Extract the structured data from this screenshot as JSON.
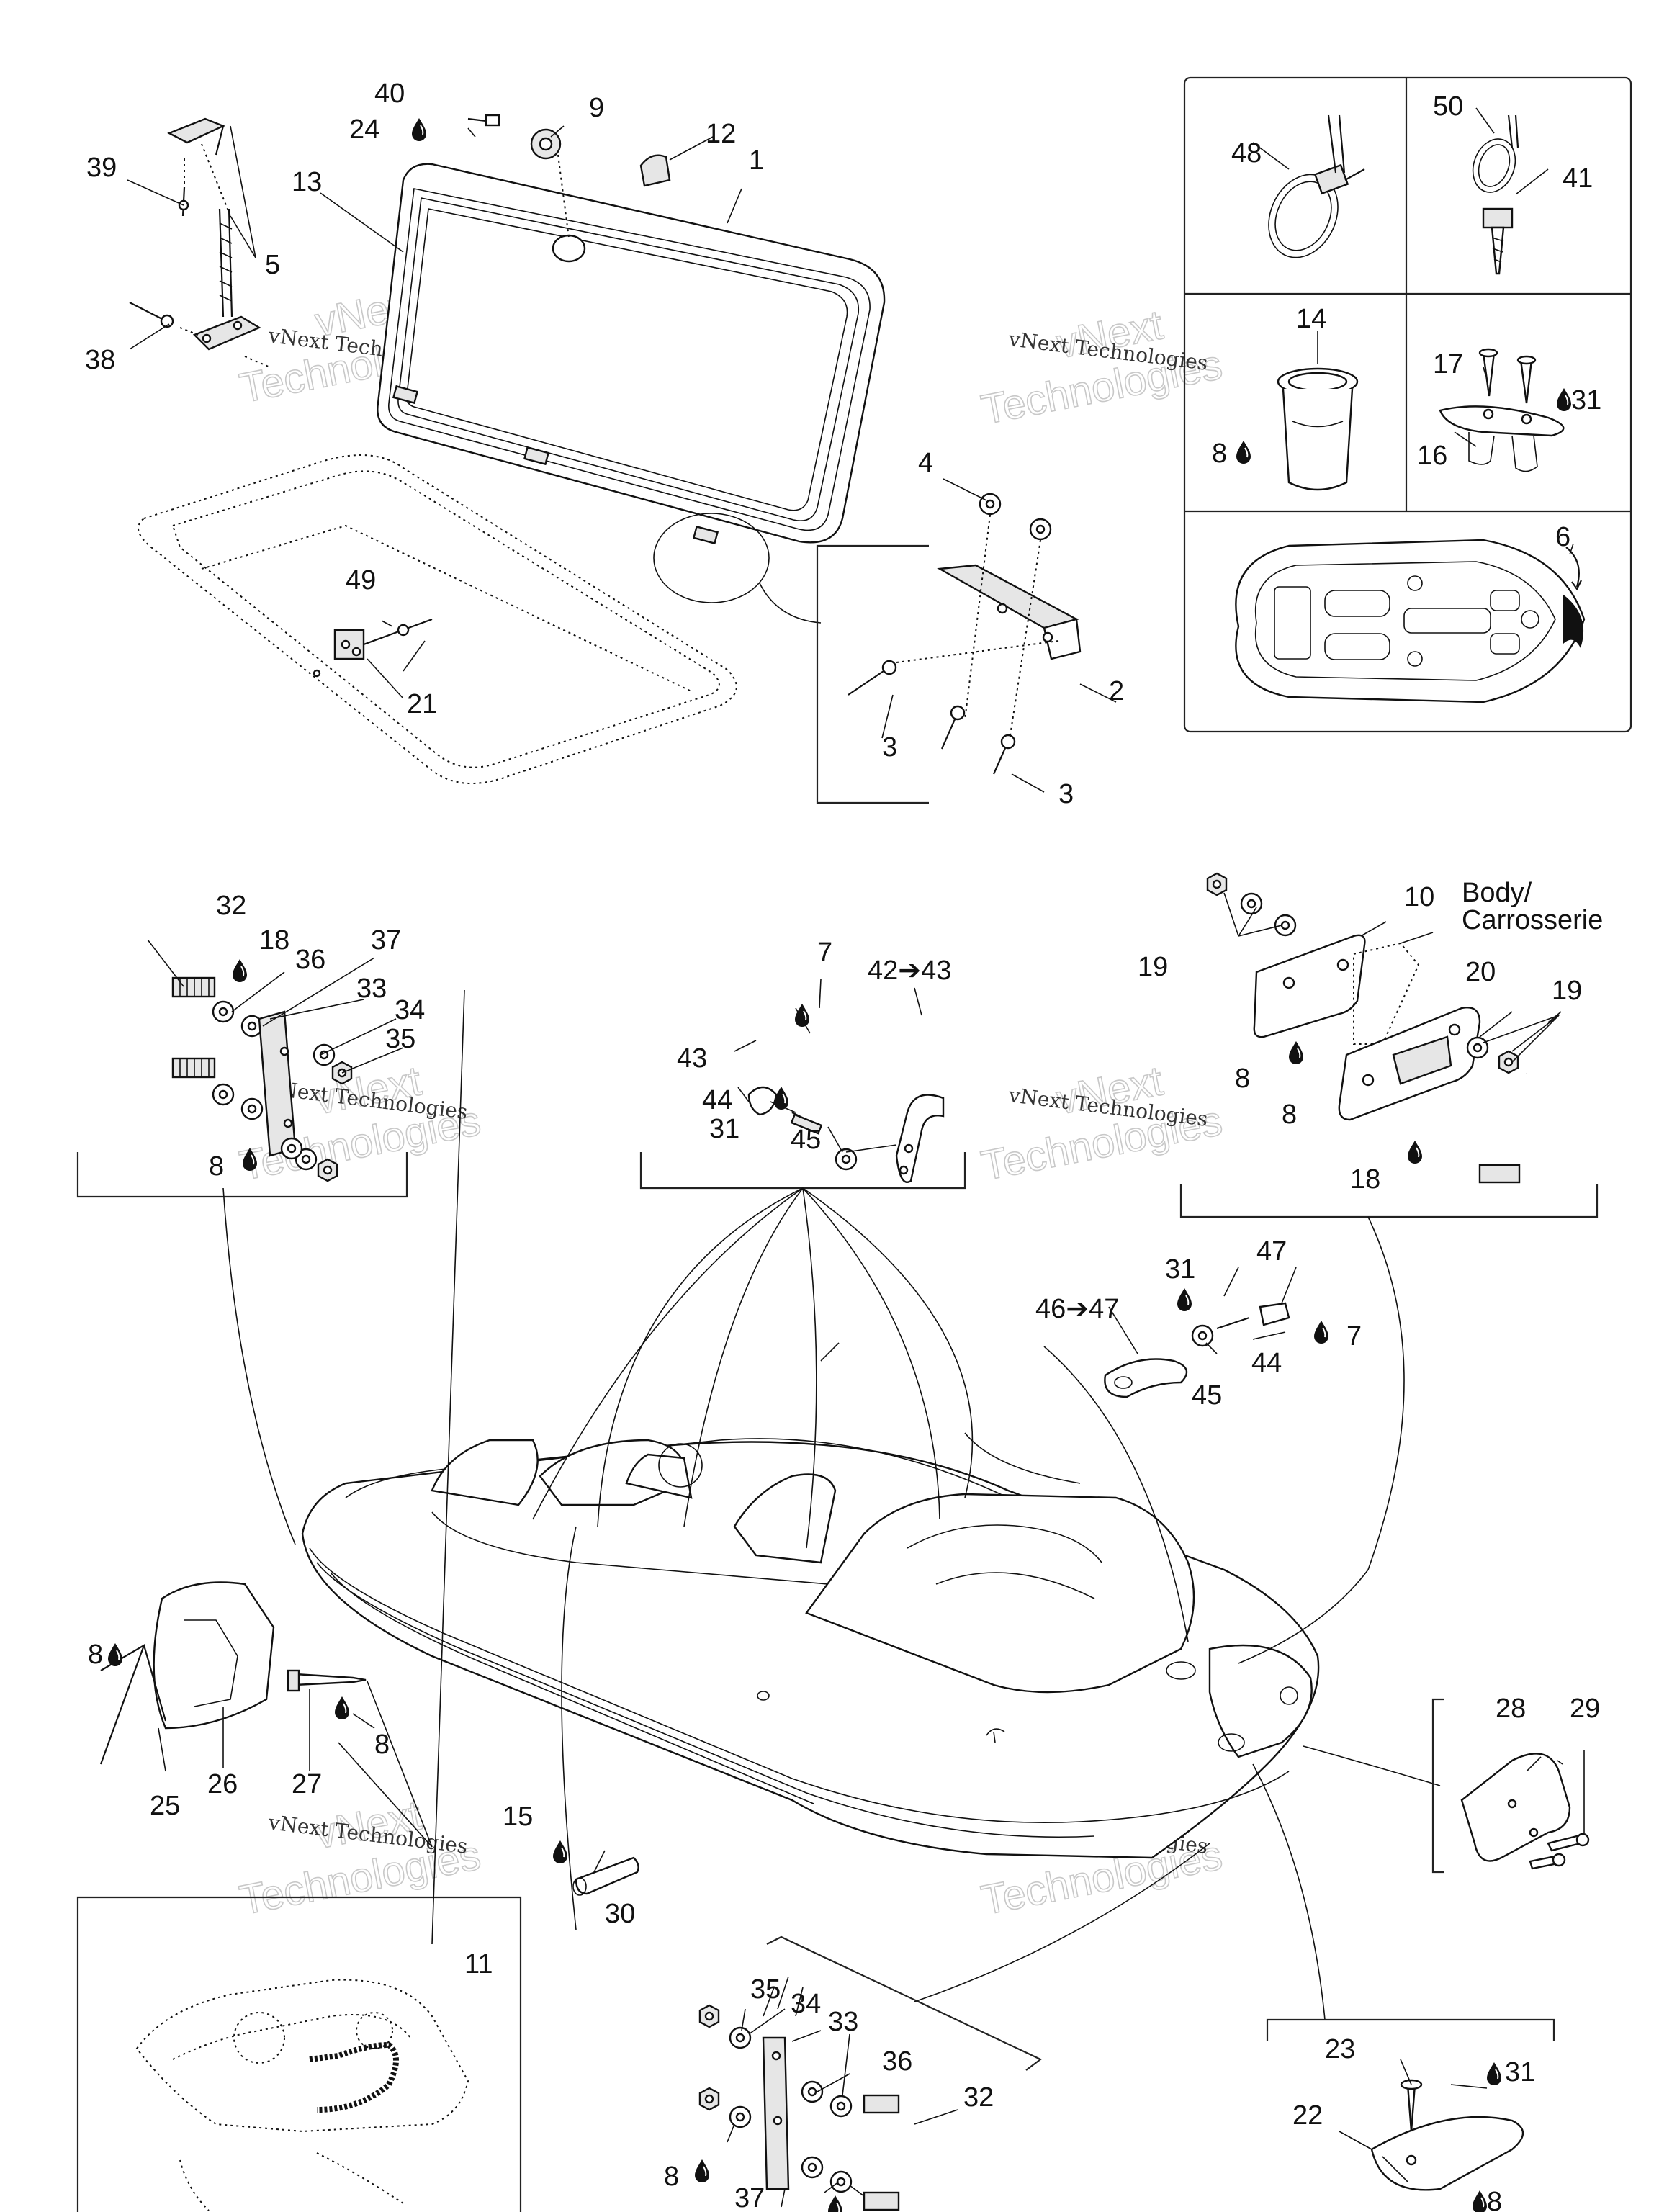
{
  "diagram": {
    "callouts": [
      {
        "id": "c1",
        "text": "1"
      },
      {
        "id": "c2",
        "text": "2"
      },
      {
        "id": "c3a",
        "text": "3"
      },
      {
        "id": "c3b",
        "text": "3"
      },
      {
        "id": "c4",
        "text": "4"
      },
      {
        "id": "c5",
        "text": "5"
      },
      {
        "id": "c6",
        "text": "6"
      },
      {
        "id": "c7a",
        "text": "7"
      },
      {
        "id": "c7b",
        "text": "7"
      },
      {
        "id": "c8a",
        "text": "8"
      },
      {
        "id": "c8b",
        "text": "8"
      },
      {
        "id": "c8c",
        "text": "8"
      },
      {
        "id": "c8d",
        "text": "8"
      },
      {
        "id": "c8e",
        "text": "8"
      },
      {
        "id": "c8f",
        "text": "8"
      },
      {
        "id": "c8g",
        "text": "8"
      },
      {
        "id": "c8h",
        "text": "8"
      },
      {
        "id": "c9",
        "text": "9"
      },
      {
        "id": "c10",
        "text": "10"
      },
      {
        "id": "c11",
        "text": "11"
      },
      {
        "id": "c12",
        "text": "12"
      },
      {
        "id": "c13",
        "text": "13"
      },
      {
        "id": "c14",
        "text": "14"
      },
      {
        "id": "c15",
        "text": "15"
      },
      {
        "id": "c16",
        "text": "16"
      },
      {
        "id": "c17",
        "text": "17"
      },
      {
        "id": "c18a",
        "text": "18"
      },
      {
        "id": "c18b",
        "text": "18"
      },
      {
        "id": "c19a",
        "text": "19"
      },
      {
        "id": "c19b",
        "text": "19"
      },
      {
        "id": "c20",
        "text": "20"
      },
      {
        "id": "c21",
        "text": "21"
      },
      {
        "id": "c22",
        "text": "22"
      },
      {
        "id": "c23",
        "text": "23"
      },
      {
        "id": "c24",
        "text": "24"
      },
      {
        "id": "c25",
        "text": "25"
      },
      {
        "id": "c26",
        "text": "26"
      },
      {
        "id": "c27",
        "text": "27"
      },
      {
        "id": "c28",
        "text": "28"
      },
      {
        "id": "c29",
        "text": "29"
      },
      {
        "id": "c30",
        "text": "30"
      },
      {
        "id": "c31a",
        "text": "31"
      },
      {
        "id": "c31b",
        "text": "31"
      },
      {
        "id": "c31c",
        "text": "31"
      },
      {
        "id": "c31d",
        "text": "31"
      },
      {
        "id": "c32a",
        "text": "32"
      },
      {
        "id": "c32b",
        "text": "32"
      },
      {
        "id": "c33a",
        "text": "33"
      },
      {
        "id": "c33b",
        "text": "33"
      },
      {
        "id": "c34a",
        "text": "34"
      },
      {
        "id": "c34b",
        "text": "34"
      },
      {
        "id": "c35a",
        "text": "35"
      },
      {
        "id": "c35b",
        "text": "35"
      },
      {
        "id": "c36a",
        "text": "36"
      },
      {
        "id": "c36b",
        "text": "36"
      },
      {
        "id": "c37a",
        "text": "37"
      },
      {
        "id": "c37b",
        "text": "37"
      },
      {
        "id": "c38",
        "text": "38"
      },
      {
        "id": "c39",
        "text": "39"
      },
      {
        "id": "c40",
        "text": "40"
      },
      {
        "id": "c41",
        "text": "41"
      },
      {
        "id": "c42",
        "text": "42➔43"
      },
      {
        "id": "c43",
        "text": "43"
      },
      {
        "id": "c44a",
        "text": "44"
      },
      {
        "id": "c44b",
        "text": "44"
      },
      {
        "id": "c45a",
        "text": "45"
      },
      {
        "id": "c45b",
        "text": "45"
      },
      {
        "id": "c46",
        "text": "46➔47"
      },
      {
        "id": "c47",
        "text": "47"
      },
      {
        "id": "c48",
        "text": "48"
      },
      {
        "id": "c49",
        "text": "49"
      },
      {
        "id": "c50",
        "text": "50"
      }
    ],
    "body_label_line1": "Body/",
    "body_label_line2": "Carrosserie",
    "watermark_line1": "vNext",
    "watermark_line2": "vNext Technologies",
    "watermark_line3": "Technologies"
  },
  "icons": [
    "adhesive-drop-icon"
  ]
}
